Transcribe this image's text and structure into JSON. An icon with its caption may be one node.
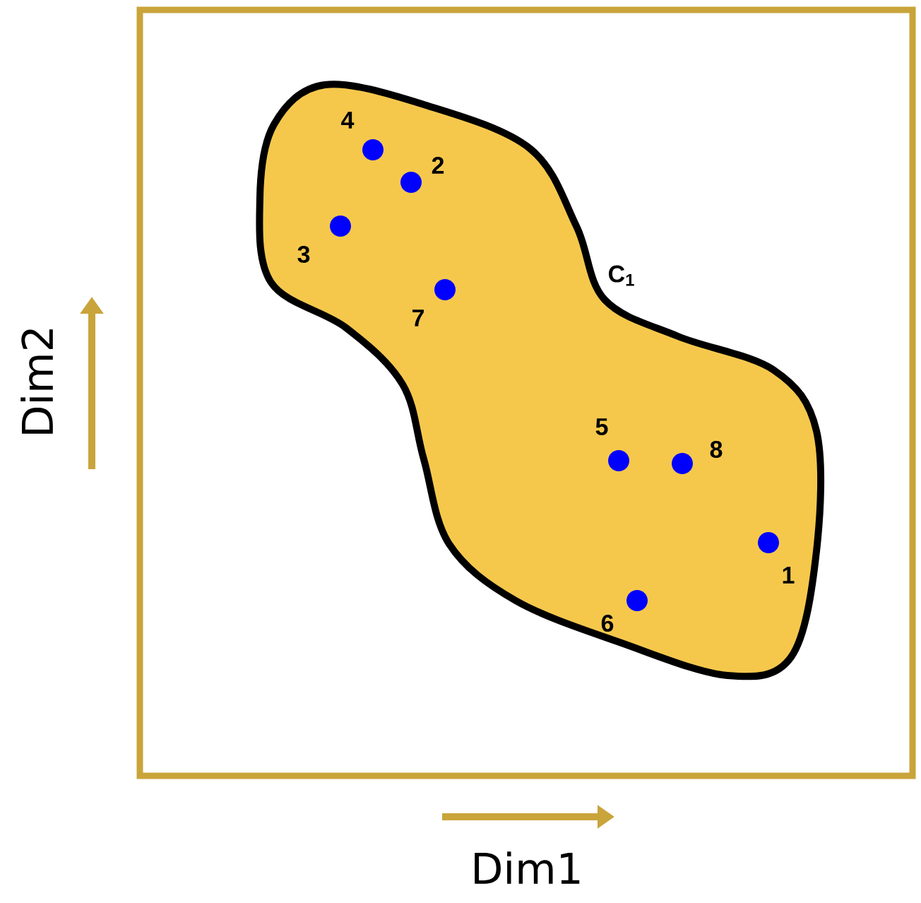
{
  "diagram": {
    "nodes": [
      {
        "text": [],
        "shape": "blob",
        "beside": [
          "C$_{1}$"
        ]
      },
      {
        "text": [],
        "shape": "circle",
        "in": 0,
        "beside": [
          "4"
        ]
      },
      {
        "text": [],
        "shape": "circle",
        "in": 0,
        "beside": [
          "2"
        ]
      },
      {
        "text": [],
        "shape": "circle",
        "in": 0,
        "beside": [
          "3"
        ]
      },
      {
        "text": [],
        "shape": "circle",
        "in": 0,
        "beside": [
          "7"
        ]
      },
      {
        "text": [],
        "shape": "circle",
        "in": 0,
        "beside": [
          "5"
        ]
      },
      {
        "text": [],
        "shape": "circle",
        "in": 0,
        "beside": [
          "8"
        ]
      },
      {
        "text": [],
        "shape": "circle",
        "in": 0,
        "beside": [
          "1"
        ]
      },
      {
        "text": [],
        "shape": "circle",
        "in": 0,
        "beside": [
          "6"
        ]
      }
    ],
    "labels": [
      "Dim2",
      "Dim1"
    ]
  }
}
